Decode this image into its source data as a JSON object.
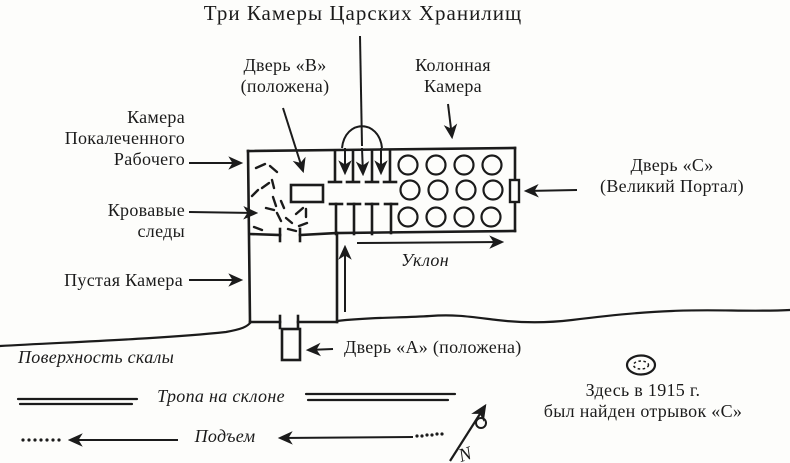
{
  "title": "Три Камеры Царских Хранилищ",
  "labels": {
    "door_b": {
      "line1": "Дверь «B»",
      "line2": "(положена)"
    },
    "column_chamber": {
      "line1": "Колонная",
      "line2": "Камера"
    },
    "maimed_worker": {
      "line1": "Камера",
      "line2": "Покалеченного",
      "line3": "Рабочего"
    },
    "door_c": {
      "line1": "Дверь «C»",
      "line2": "(Великий Портал)"
    },
    "bloody_traces": {
      "line1": "Кровавые",
      "line2": "следы"
    },
    "empty_chamber": "Пустая Камера",
    "slope": "Уклон",
    "rock_surface": "Поверхность скалы",
    "door_a": "Дверь «А» (положена)",
    "path_on_slope": "Тропа на склоне",
    "ascent": "Подъем",
    "found_1915": {
      "line1": "Здесь в 1915 г.",
      "line2": "был найден отрывок «С»"
    },
    "north": "N"
  },
  "colors": {
    "ink": "#1b1b1b",
    "paper": "#fdfdfb"
  }
}
